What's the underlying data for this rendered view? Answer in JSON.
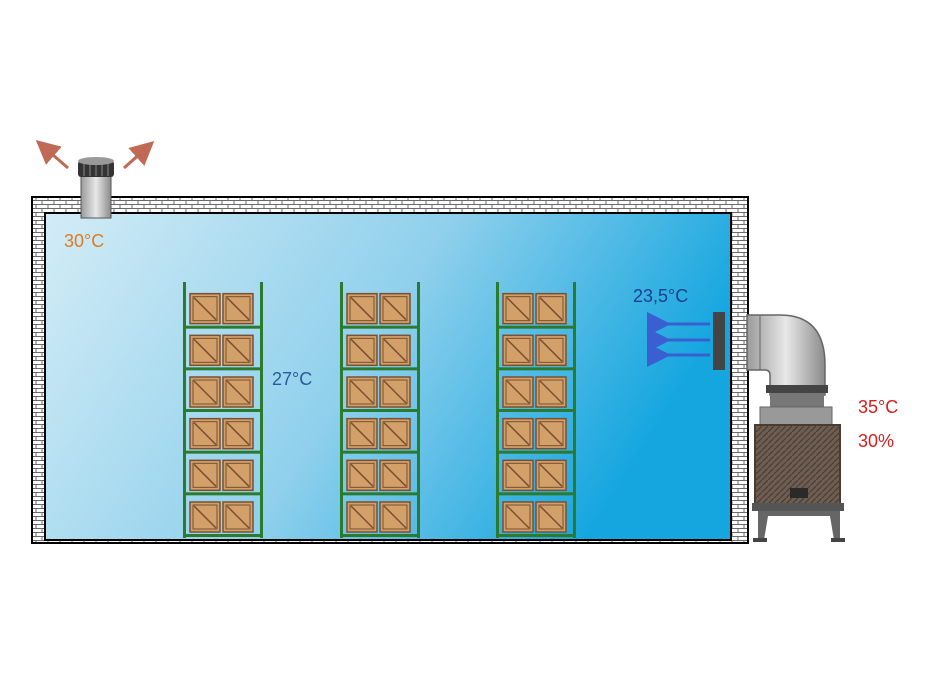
{
  "labels": {
    "exhaust_temp": "30°C",
    "room_temp": "27°C",
    "supply_temp": "23,5°C",
    "outdoor_temp": "35°C",
    "outdoor_humidity": "30%"
  },
  "diagram": {
    "rack_count": 3,
    "shelves_per_rack": 6,
    "boxes_per_shelf": 2
  },
  "colors": {
    "exhaust_label": "#e07a1f",
    "room_label": "#2a5a9a",
    "supply_label": "#1d3f8f",
    "outdoor_label": "#d62020",
    "room_gradient_left": "#cde9f5",
    "room_gradient_right": "#17a8e0",
    "rack_post": "#2c7a2c",
    "box_fill": "#d3a06a",
    "box_edge": "#7a5030",
    "supply_arrow": "#3a5fd0",
    "exhaust_arrow": "#c06a55"
  }
}
